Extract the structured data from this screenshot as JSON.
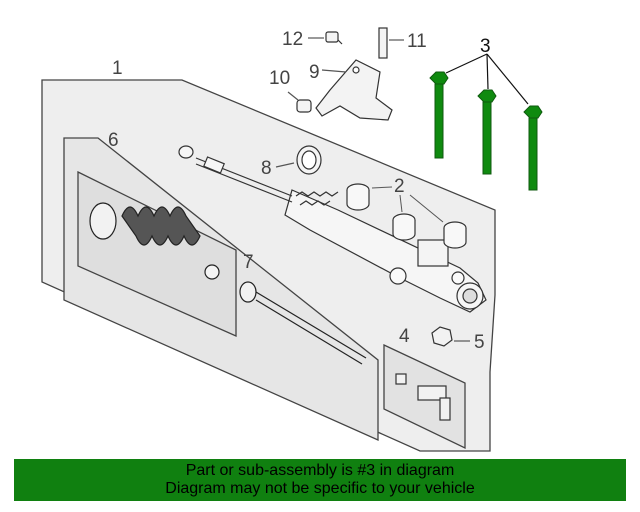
{
  "colors": {
    "highlight": "#0f8a0f",
    "banner": "#108010",
    "panel_fill": "#ececec",
    "outline": "#333333"
  },
  "callouts": [
    "1",
    "2",
    "3",
    "4",
    "5",
    "6",
    "7",
    "8",
    "9",
    "10",
    "11",
    "12"
  ],
  "highlighted_part": "3",
  "banner": {
    "line1": "Part or sub-assembly is #3 in diagram",
    "line2": "Diagram may not be specific to your vehicle"
  }
}
